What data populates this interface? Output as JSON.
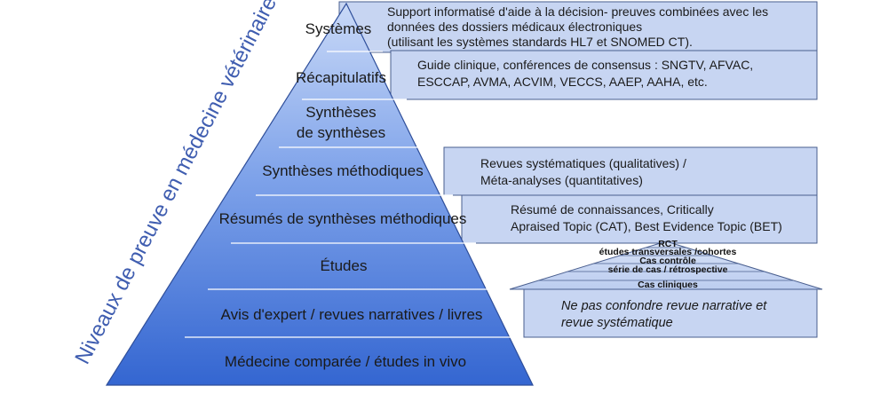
{
  "vertical_title": "Niveaux de preuve en médecine vétérinaire",
  "pyramid": {
    "levels": [
      {
        "label": "Systèmes"
      },
      {
        "label": "Récapitulatifs"
      },
      {
        "label_lines": [
          "Synthèses",
          "de synthèses"
        ]
      },
      {
        "label": "Synthèses méthodiques"
      },
      {
        "label": "Résumés de synthèses méthodiques"
      },
      {
        "label": "Études"
      },
      {
        "label": "Avis d'expert / revues narratives / livres"
      },
      {
        "label": "Médecine comparée / études in vivo"
      }
    ]
  },
  "boxes": {
    "systemes": [
      "Support informatisé d'aide à la décision- preuves combinées avec les",
      "données des dossiers médicaux électroniques",
      "(utilisant les systèmes standards HL7 et SNOMED CT)."
    ],
    "recapitulatifs": [
      "Guide clinique, conférences de consensus : SNGTV, AFVAC,",
      "ESCCAP, AVMA, ACVIM, VECCS, AAEP, AAHA, etc."
    ],
    "syntheses_methodiques": [
      "Revues systématiques (qualitatives) /",
      "Méta-analyses (quantitatives)"
    ],
    "resumes": [
      "Résumé de connaissances, Critically",
      "Apraised Topic (CAT), Best Evidence Topic (BET)"
    ],
    "note": [
      "Ne pas confondre revue narrative et",
      "revue systématique"
    ]
  },
  "mini_pyramid": [
    "RCT",
    "études transversales /cohortes",
    "Cas contrôle",
    "série de cas / rétrospective",
    "Cas cliniques"
  ],
  "colors": {
    "pyramid_top": "#c9d9f7",
    "pyramid_bottom": "#3b6fd6",
    "box_fill": "#c7d5f2",
    "box_stroke": "#4a5f8f",
    "title": "#3f5db0"
  }
}
